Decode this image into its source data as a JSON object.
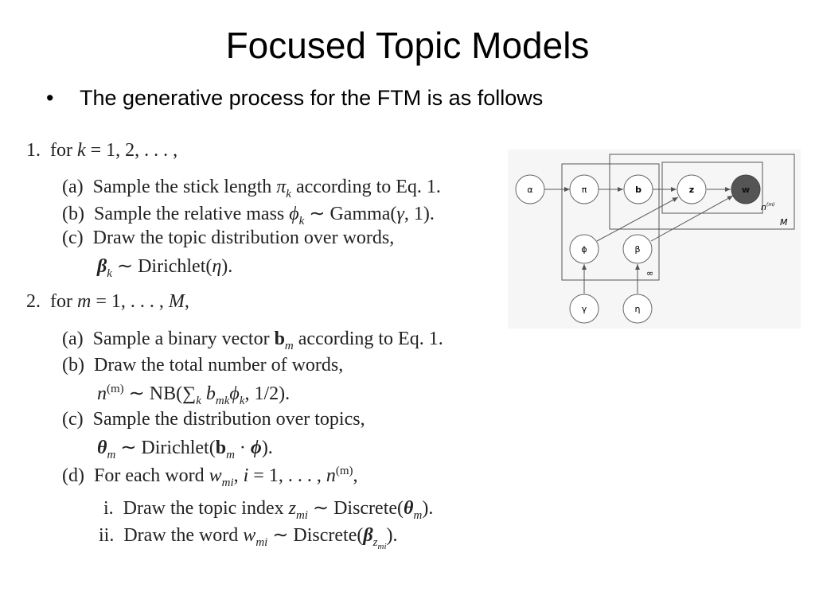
{
  "slide": {
    "title": "Focused Topic Models",
    "bullet": "The generative process for the FTM is as follows"
  },
  "algorithm": {
    "step1": {
      "num": "1.",
      "text_a": "for ",
      "var": "k",
      "text_b": " = 1, 2, . . . ,"
    },
    "step1a": {
      "label": "(a)",
      "text_a": "Sample the stick length ",
      "var": "π",
      "sub": "k",
      "text_b": " according to Eq. 1."
    },
    "step1b": {
      "label": "(b)",
      "text_a": "Sample the relative mass ",
      "var": "ϕ",
      "sub": "k",
      "text_b": " ∼ Gamma(",
      "var2": "γ",
      "text_c": ", 1)."
    },
    "step1c": {
      "label": "(c)",
      "text": "Draw the topic distribution over words,"
    },
    "step1c2": {
      "var": "β",
      "sub": "k",
      "text_a": " ∼ Dirichlet(",
      "var2": "η",
      "text_b": ")."
    },
    "step2": {
      "num": "2.",
      "text_a": "for ",
      "var": "m",
      "text_b": " = 1, . . . , ",
      "var2": "M",
      "text_c": ","
    },
    "step2a": {
      "label": "(a)",
      "text_a": "Sample a binary vector ",
      "var": "b",
      "sub": "m",
      "text_b": " according to Eq. 1."
    },
    "step2b": {
      "label": "(b)",
      "text": "Draw the total number of words,"
    },
    "step2b2": {
      "var": "n",
      "sup": "(m)",
      "text_a": " ∼ NB(",
      "sum": "∑",
      "sum_sub": "k",
      "var2": " b",
      "sub2": "mk",
      "var3": "ϕ",
      "sub3": "k",
      "text_b": ", 1/2)."
    },
    "step2c": {
      "label": "(c)",
      "text": "Sample the distribution over topics,"
    },
    "step2c2": {
      "var": "θ",
      "sub": "m",
      "text_a": " ∼ Dirichlet(",
      "var2": "b",
      "sub2": "m",
      "text_b": " · ",
      "var3": "ϕ",
      "text_c": ")."
    },
    "step2d": {
      "label": "(d)",
      "text_a": "For each word ",
      "var": "w",
      "sub": "mi",
      "text_b": ", ",
      "var2": "i",
      "text_c": " = 1, . . . , ",
      "var3": "n",
      "sup": "(m)",
      "text_d": ","
    },
    "step2di": {
      "label": "i.",
      "text_a": "Draw the topic index ",
      "var": "z",
      "sub": "mi",
      "text_b": " ∼ Discrete(",
      "var2": "θ",
      "sub2": "m",
      "text_c": ")."
    },
    "step2dii": {
      "label": "ii.",
      "text_a": "Draw the word ",
      "var": "w",
      "sub": "mi",
      "text_b": " ∼ Discrete(",
      "var2": "β",
      "sub2": "z",
      "sub2b": "mi",
      "text_c": ")."
    }
  },
  "diagram": {
    "nodes": {
      "alpha": "α",
      "pi": "π",
      "b": "b",
      "z": "z",
      "w": "w",
      "phi": "ϕ",
      "beta": "β",
      "gamma": "γ",
      "eta": "η"
    },
    "plates": {
      "words": "n",
      "words_sup": "(m)",
      "docs": "M",
      "topics": "∞"
    },
    "colors": {
      "observed_fill": "#555555",
      "line": "#555555"
    }
  }
}
